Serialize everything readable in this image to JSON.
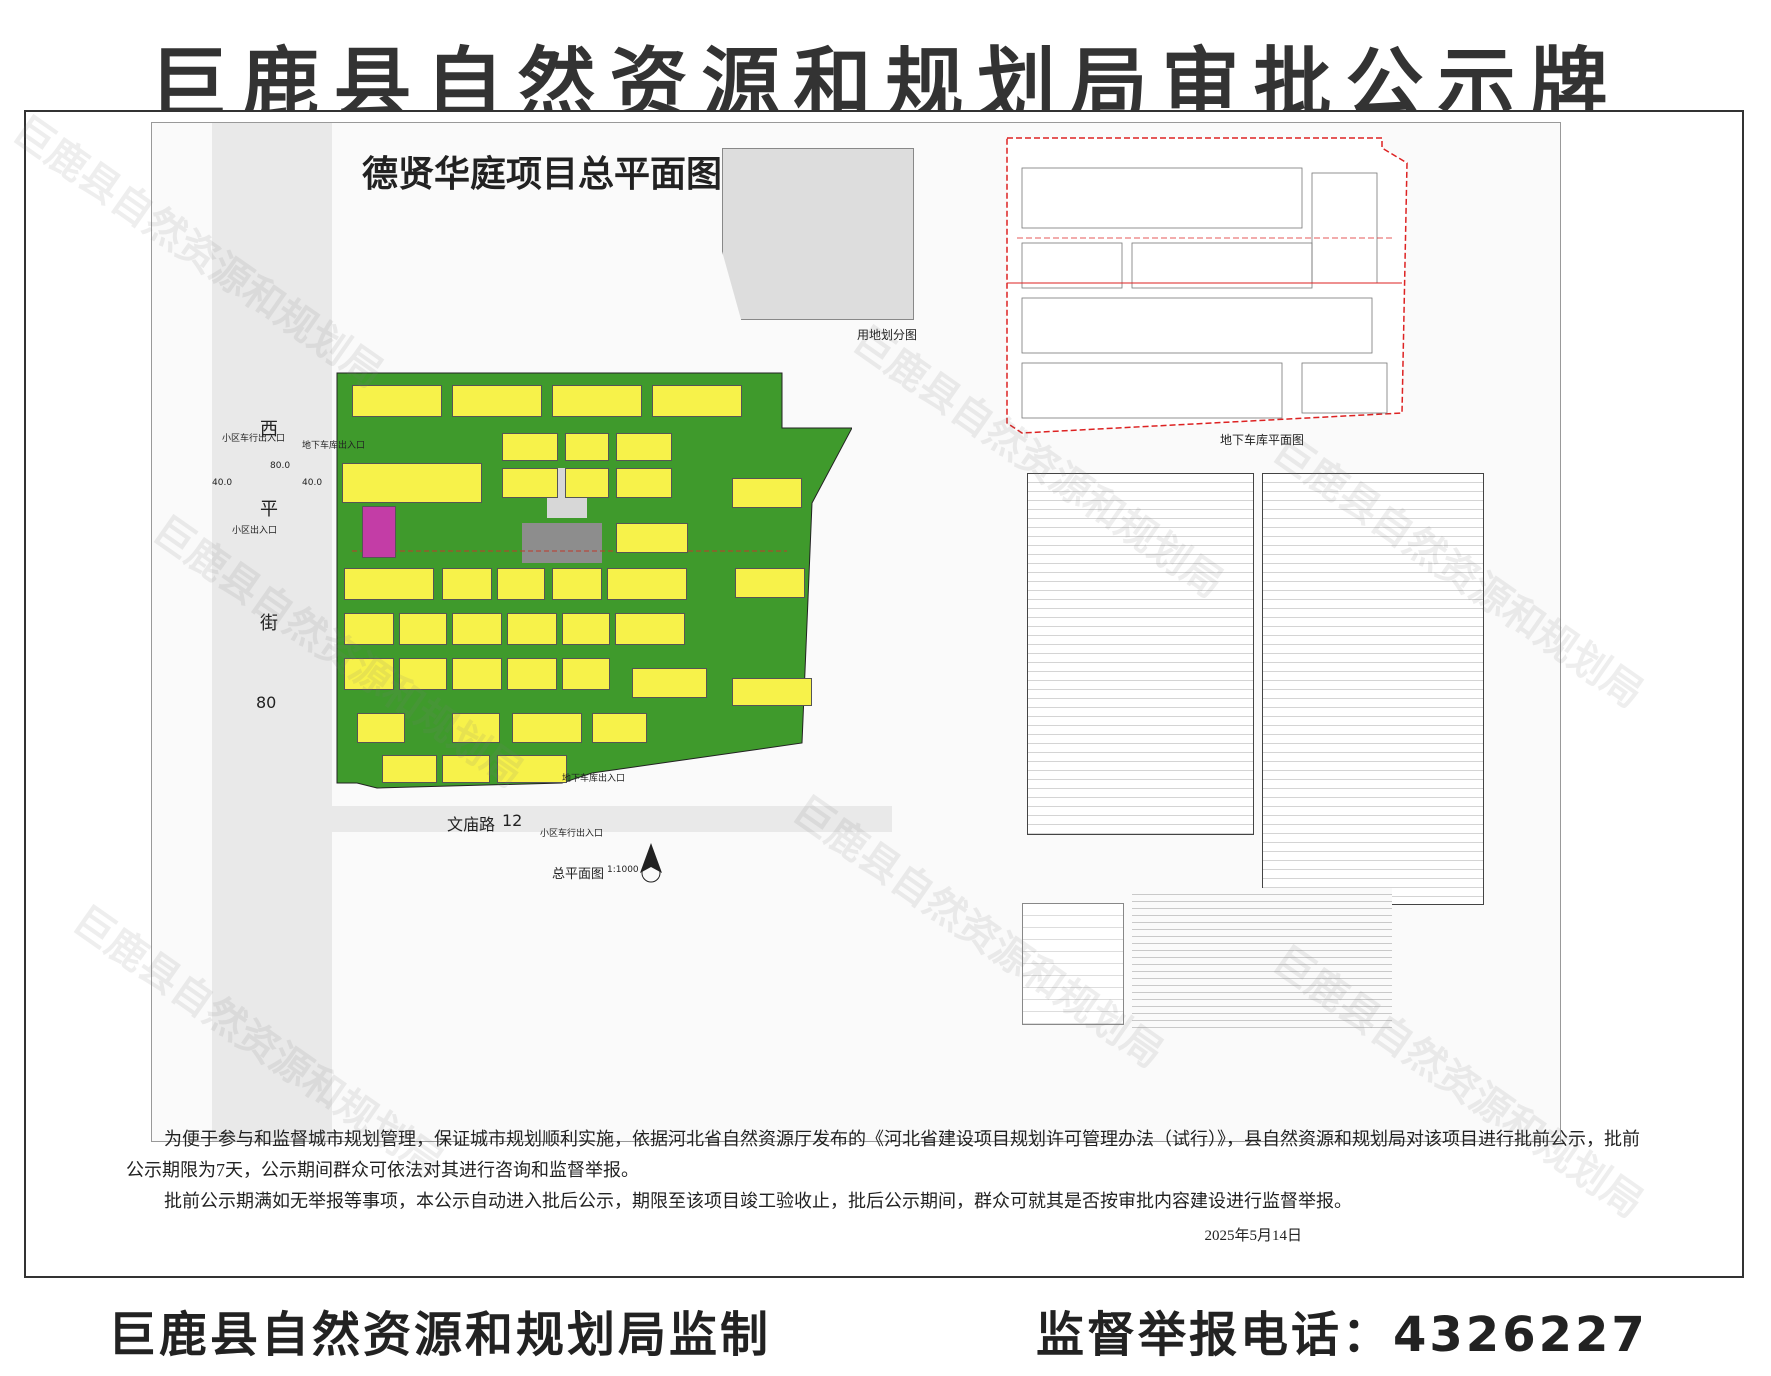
{
  "header": {
    "title": "巨鹿县自然资源和规划局审批公示牌"
  },
  "plan": {
    "title": "德贤华庭项目总平面图",
    "land_division_label": "用地划分图",
    "garage_label": "地下车库平面图",
    "site_plan_label": "总平面图",
    "scale": "1:1000",
    "road_west_chars": [
      "西",
      "平",
      "街"
    ],
    "road_west_width": "80",
    "road_south_name": "文庙路",
    "road_south_width": "12",
    "dim_a": "40.0",
    "dim_b": "40.0",
    "dim_c": "80.0",
    "entrance_vehicle_1": "小区车行出入口",
    "entrance_pedestrian": "小区出入口",
    "entrance_garage_1": "地下车库出入口",
    "entrance_garage_2": "地下车库出入口",
    "entrance_vehicle_2": "小区车行出入口"
  },
  "notice": {
    "para1": "为便于参与和监督城市规划管理，保证城市规划顺利实施，依据河北省自然资源厅发布的《河北省建设项目规划许可管理办法（试行）》，县自然资源和规划局对该项目进行批前公示，批前公示期限为7天，公示期间群众可依法对其进行咨询和监督举报。",
    "para2": "批前公示期满如无举报等事项，本公示自动进入批后公示，期限至该项目竣工验收止，批后公示期间，群众可就其是否按审批内容建设进行监督举报。",
    "date": "2025年5月14日"
  },
  "footer": {
    "left": "巨鹿县自然资源和规划局监制",
    "right": "监督举报电话：4326227"
  },
  "watermark": {
    "text": "巨鹿县自然资源和规划局"
  },
  "colors": {
    "green": "#3f9a2c",
    "yellow": "#f7f24a",
    "magenta": "#c33da6",
    "red": "#d22"
  }
}
